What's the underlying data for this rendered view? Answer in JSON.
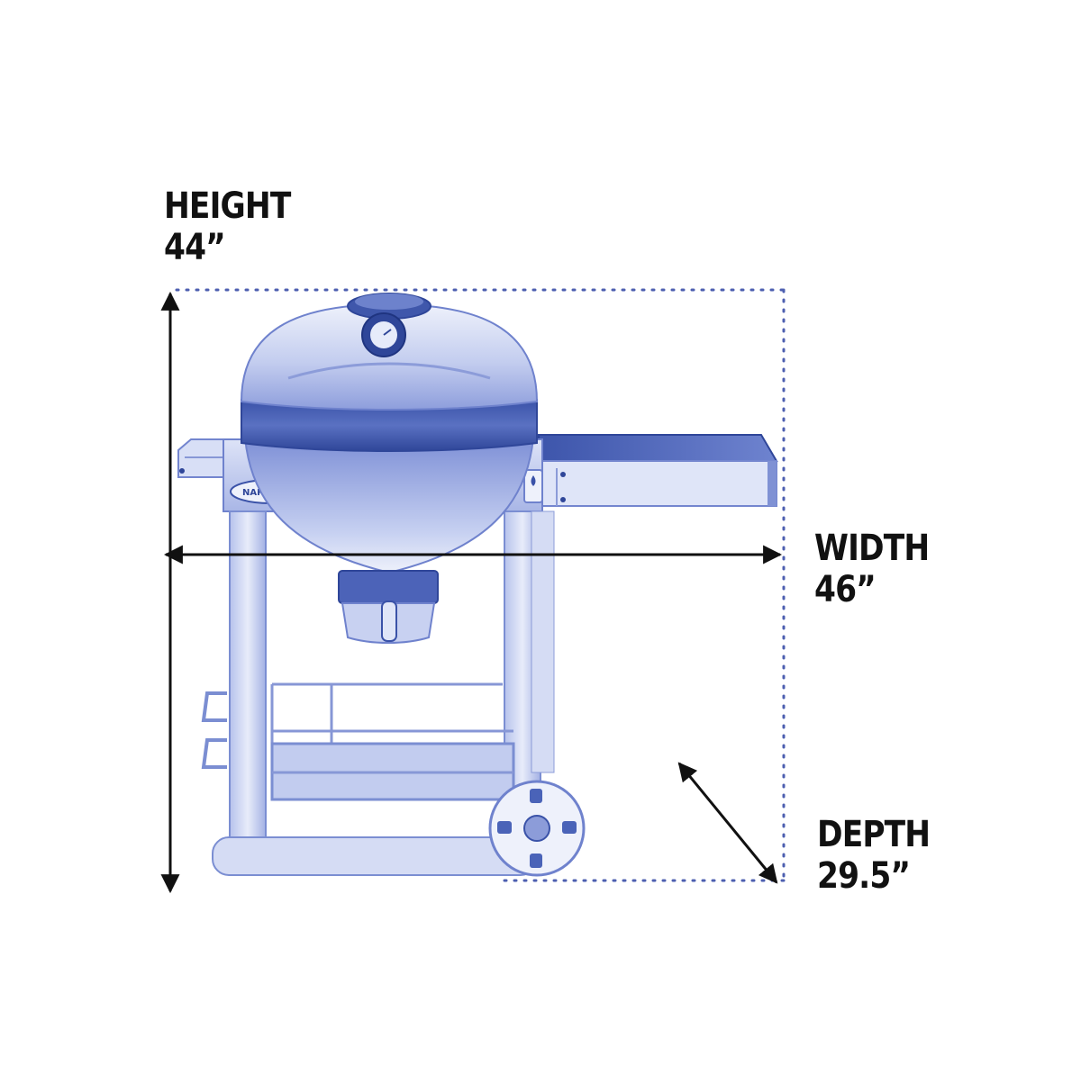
{
  "brand": {
    "logo_text": "NAPOLEON"
  },
  "dimensions": {
    "height": {
      "label": "HEIGHT",
      "value": "44”"
    },
    "width": {
      "label": "WIDTH",
      "value": "46”"
    },
    "depth": {
      "label": "DEPTH",
      "value": "29.5”"
    }
  },
  "colors": {
    "ink": "#111111",
    "grill_blue": "#4a63b8",
    "grill_light": "#c9d3f0",
    "grill_mid": "#8d9ddb",
    "grill_dark": "#2f4699",
    "guide_dots": "#4d5fb0"
  }
}
